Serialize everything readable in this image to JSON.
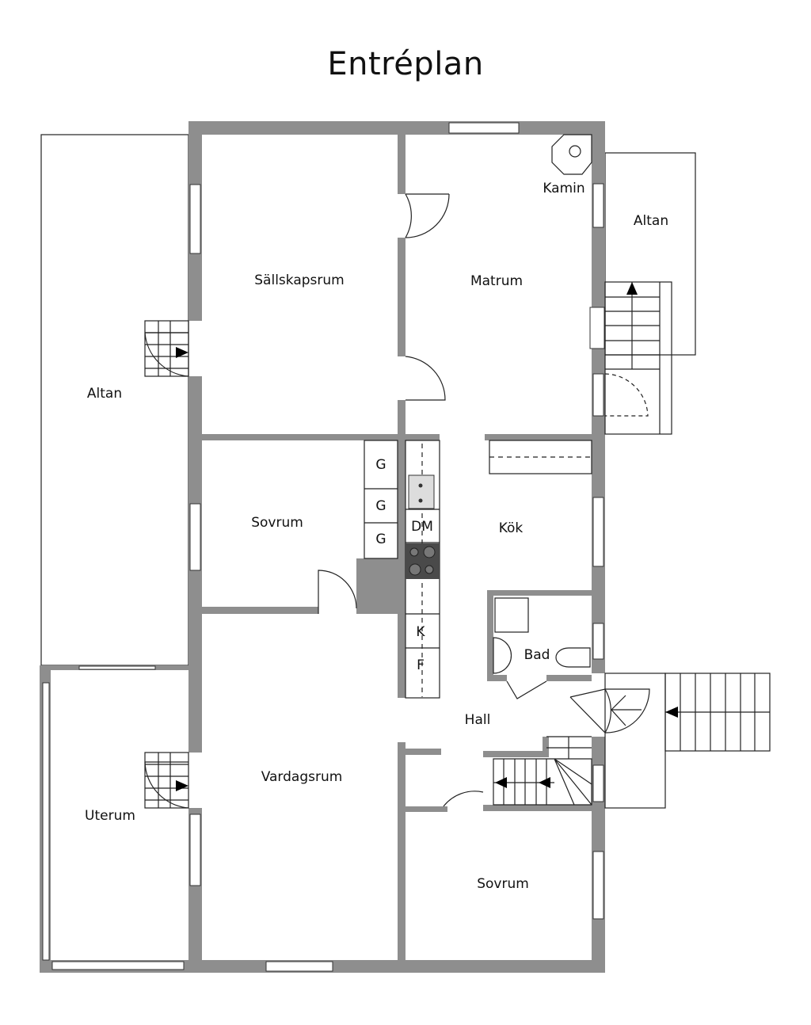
{
  "title": "Entréplan",
  "rooms": {
    "sallskapsrum": "Sällskapsrum",
    "matrum": "Matrum",
    "kamin": "Kamin",
    "altan_right": "Altan",
    "altan_left": "Altan",
    "sovrum1": "Sovrum",
    "kok": "Kök",
    "bad": "Bad",
    "hall": "Hall",
    "vardagsrum": "Vardagsrum",
    "uterum": "Uterum",
    "sovrum2": "Sovrum"
  },
  "fixtures": {
    "g1": "G",
    "g2": "G",
    "g3": "G",
    "dm": "DM",
    "k": "K",
    "f": "F"
  },
  "colors": {
    "wall": "#8e8e8e",
    "stove": "#4a4a4a"
  }
}
